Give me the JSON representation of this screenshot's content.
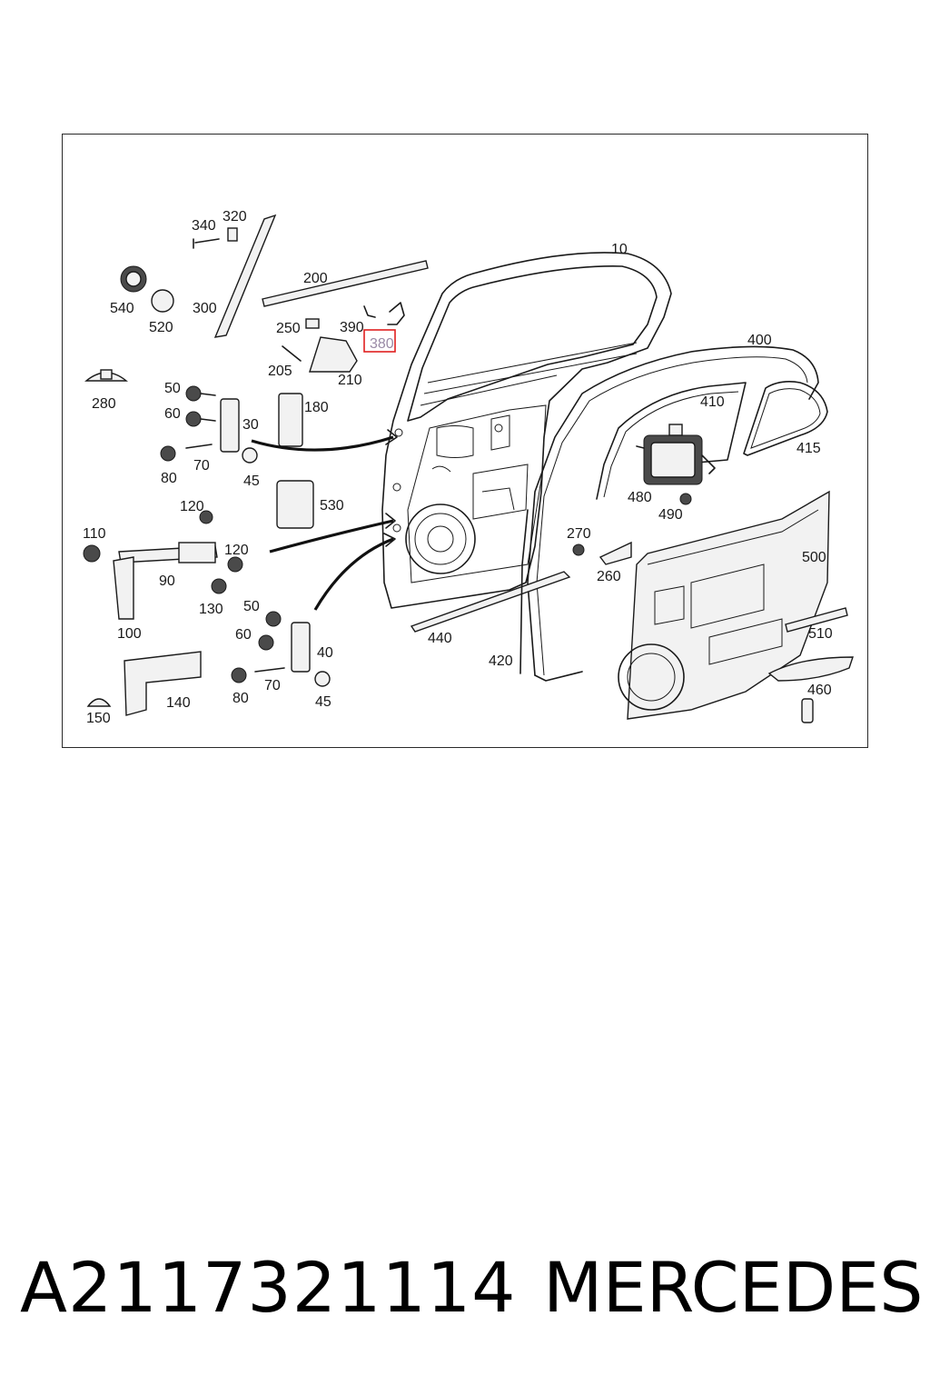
{
  "diagram": {
    "callouts": [
      {
        "id": "c340",
        "label": "340"
      },
      {
        "id": "c320",
        "label": "320"
      },
      {
        "id": "c200",
        "label": "200"
      },
      {
        "id": "c10",
        "label": "10"
      },
      {
        "id": "c540",
        "label": "540"
      },
      {
        "id": "c520",
        "label": "520"
      },
      {
        "id": "c300",
        "label": "300"
      },
      {
        "id": "c250",
        "label": "250"
      },
      {
        "id": "c390",
        "label": "390"
      },
      {
        "id": "c380",
        "label": "380",
        "highlighted": true
      },
      {
        "id": "c205",
        "label": "205"
      },
      {
        "id": "c210",
        "label": "210"
      },
      {
        "id": "c400",
        "label": "400"
      },
      {
        "id": "c280",
        "label": "280"
      },
      {
        "id": "c50a",
        "label": "50"
      },
      {
        "id": "c60a",
        "label": "60"
      },
      {
        "id": "c30",
        "label": "30"
      },
      {
        "id": "c180",
        "label": "180"
      },
      {
        "id": "c410",
        "label": "410"
      },
      {
        "id": "c415",
        "label": "415"
      },
      {
        "id": "c80a",
        "label": "80"
      },
      {
        "id": "c70a",
        "label": "70"
      },
      {
        "id": "c45a",
        "label": "45"
      },
      {
        "id": "c480",
        "label": "480"
      },
      {
        "id": "c490",
        "label": "490"
      },
      {
        "id": "c530",
        "label": "530"
      },
      {
        "id": "c120a",
        "label": "120"
      },
      {
        "id": "c110",
        "label": "110"
      },
      {
        "id": "c270",
        "label": "270"
      },
      {
        "id": "c120b",
        "label": "120"
      },
      {
        "id": "c90",
        "label": "90"
      },
      {
        "id": "c260",
        "label": "260"
      },
      {
        "id": "c500",
        "label": "500"
      },
      {
        "id": "c130",
        "label": "130"
      },
      {
        "id": "c50b",
        "label": "50"
      },
      {
        "id": "c100",
        "label": "100"
      },
      {
        "id": "c60b",
        "label": "60"
      },
      {
        "id": "c40",
        "label": "40"
      },
      {
        "id": "c440",
        "label": "440"
      },
      {
        "id": "c510",
        "label": "510"
      },
      {
        "id": "c420",
        "label": "420"
      },
      {
        "id": "c80b",
        "label": "80"
      },
      {
        "id": "c70b",
        "label": "70"
      },
      {
        "id": "c140",
        "label": "140"
      },
      {
        "id": "c45b",
        "label": "45"
      },
      {
        "id": "c460",
        "label": "460"
      },
      {
        "id": "c150",
        "label": "150"
      }
    ],
    "highlight_color": "#e02020"
  },
  "footer": {
    "part_number": "A2117321114",
    "brand": "MERCEDES"
  }
}
